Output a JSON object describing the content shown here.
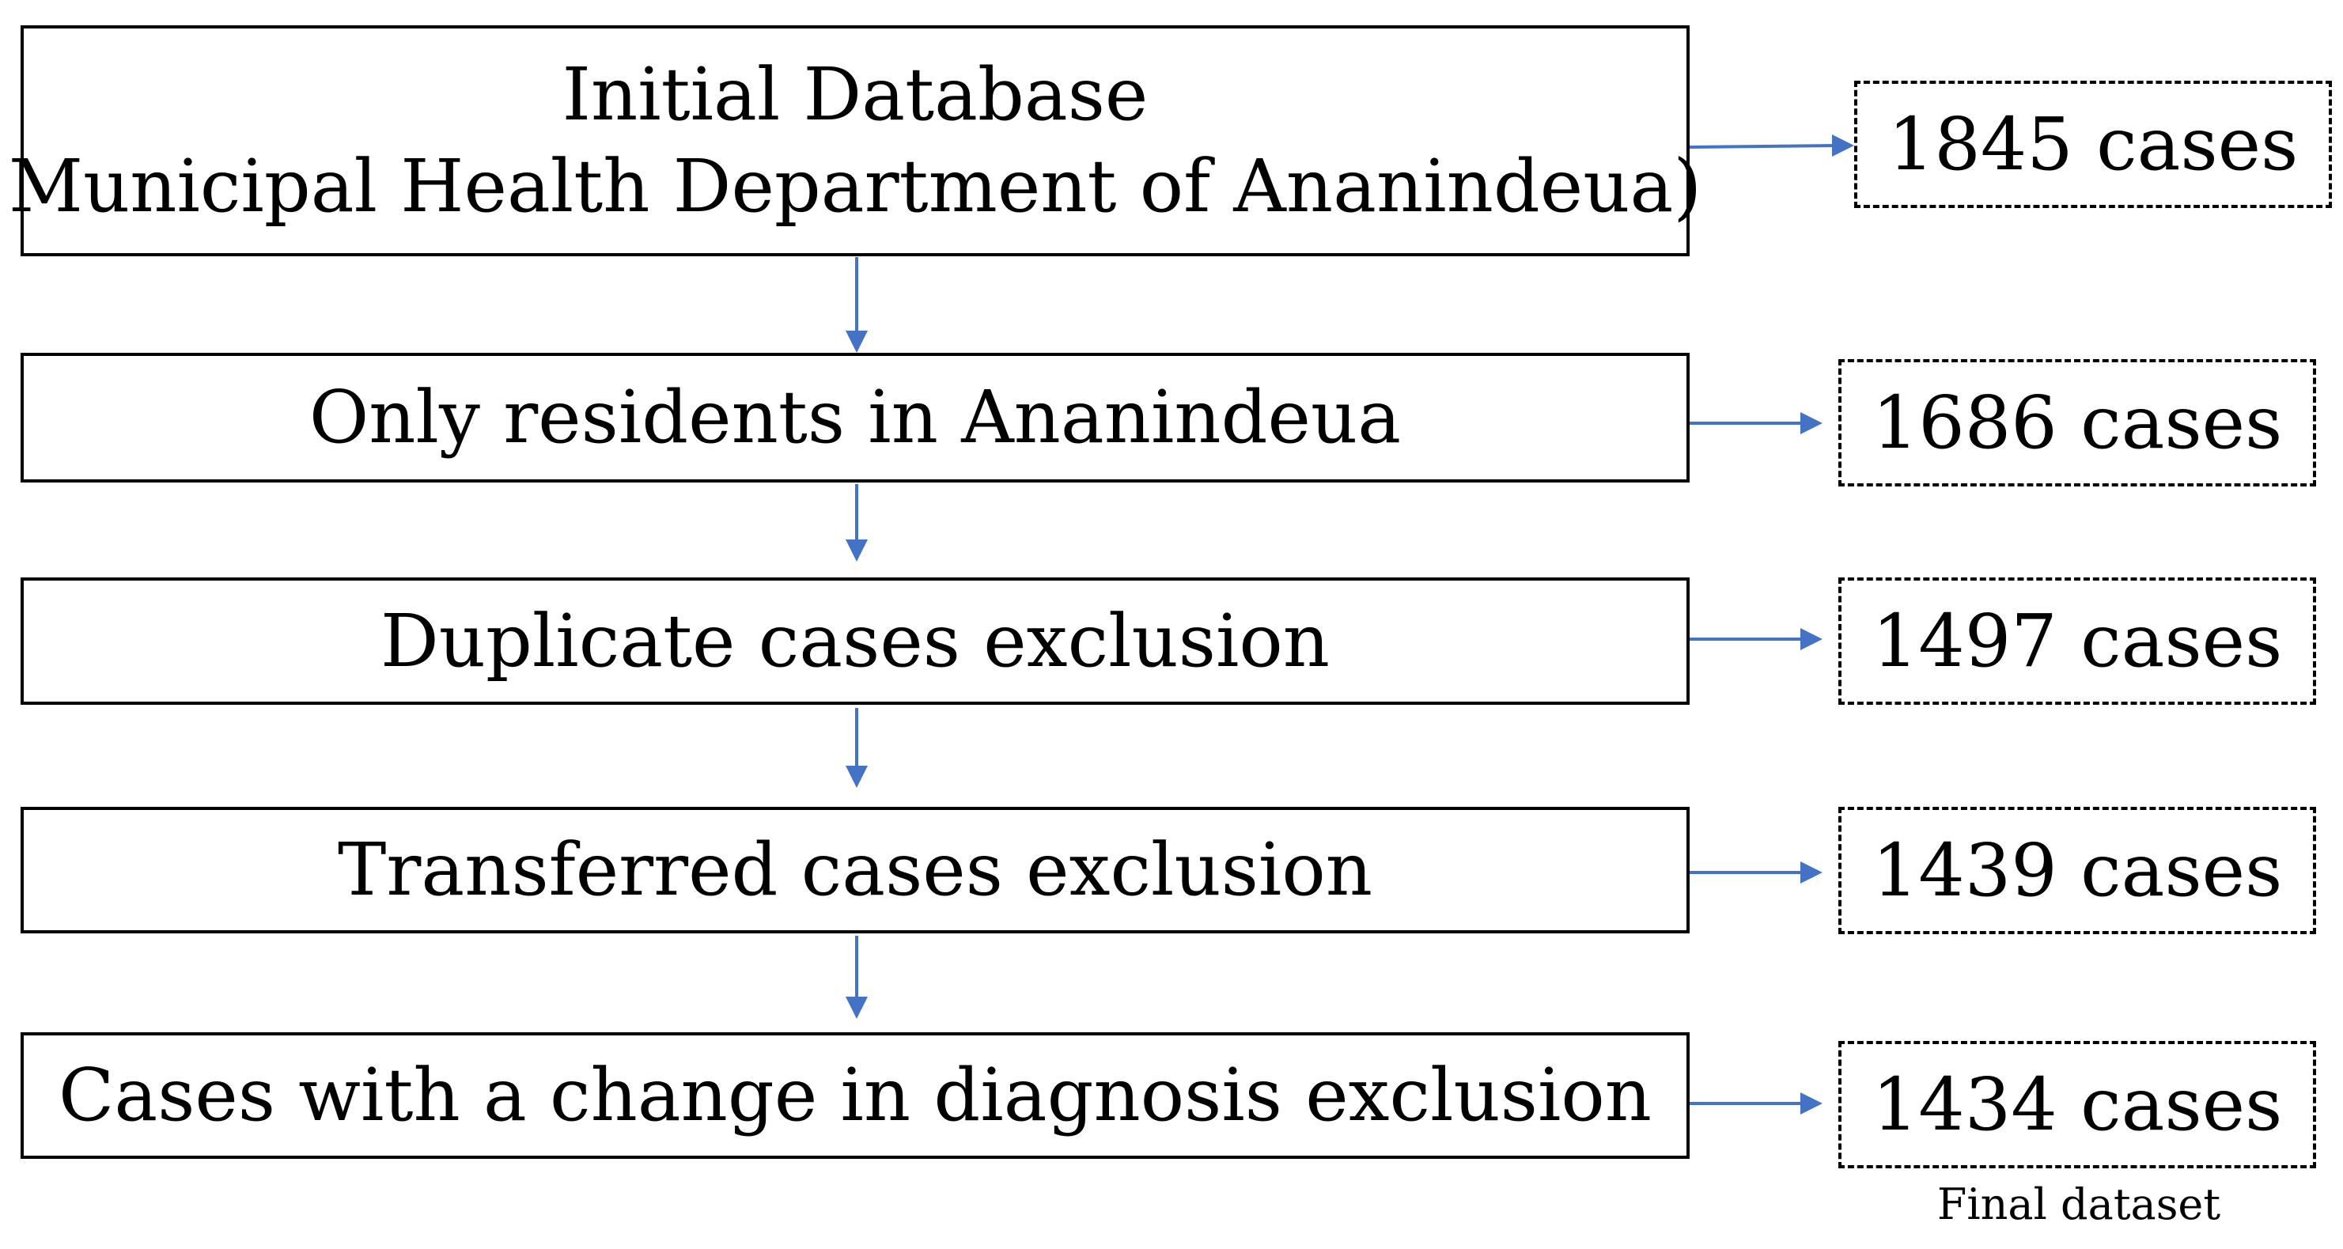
{
  "steps": [
    {
      "lines": [
        "Initial Database",
        "Municipal Health Department of Ananindeua)"
      ]
    },
    {
      "lines": [
        "Only residents in Ananindeua"
      ]
    },
    {
      "lines": [
        "Duplicate cases exclusion"
      ]
    },
    {
      "lines": [
        "Transferred cases exclusion"
      ]
    },
    {
      "lines": [
        "Cases with a change in diagnosis exclusion"
      ]
    }
  ],
  "counts": [
    {
      "label": "1845 cases"
    },
    {
      "label": "1686 cases"
    },
    {
      "label": "1497 cases"
    },
    {
      "label": "1439 cases"
    },
    {
      "label": "1434 cases"
    }
  ],
  "final_note": "Final dataset",
  "colors": {
    "arrow": "#4472C4",
    "border": "#000000"
  }
}
